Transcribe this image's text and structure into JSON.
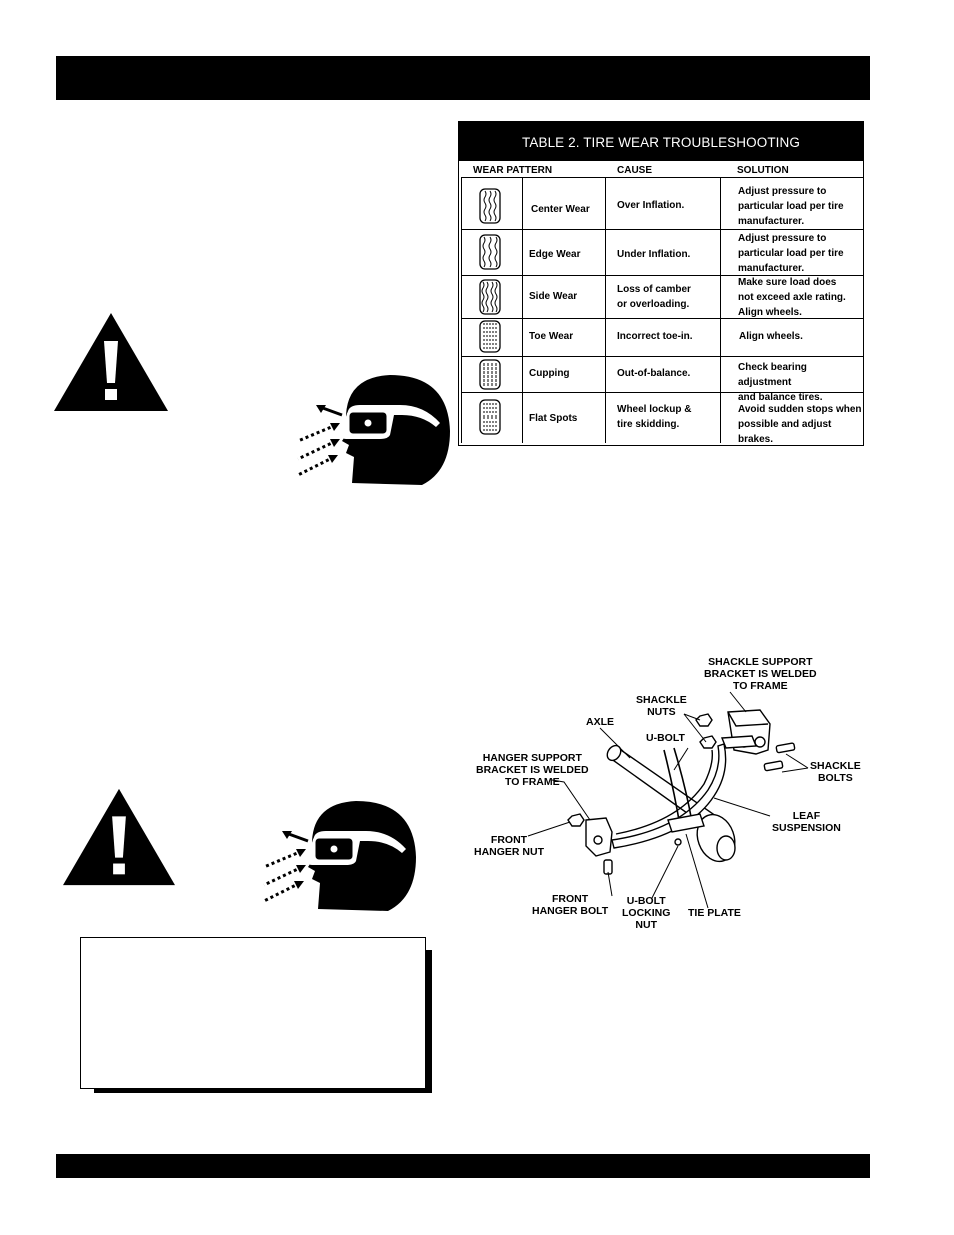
{
  "table": {
    "title": "TABLE 2.  TIRE WEAR TROUBLESHOOTING",
    "headers": [
      "WEAR PATTERN",
      "CAUSE",
      "SOLUTION"
    ],
    "rows": [
      {
        "pattern": "Center Wear",
        "cause": [
          "Over Inflation."
        ],
        "solution": [
          "Adjust pressure to",
          "particular load per tire",
          "manufacturer."
        ]
      },
      {
        "pattern": "Edge Wear",
        "cause": [
          "Under Inflation."
        ],
        "solution": [
          "Adjust pressure to",
          "particular load per tire",
          "manufacturer."
        ]
      },
      {
        "pattern": "Side Wear",
        "cause": [
          "Loss of camber",
          "or overloading."
        ],
        "solution": [
          "Make sure load does",
          "not exceed axle rating.",
          "Align wheels."
        ]
      },
      {
        "pattern": "Toe Wear",
        "cause": [
          "Incorrect toe-in."
        ],
        "solution": [
          "Align wheels."
        ]
      },
      {
        "pattern": "Cupping",
        "cause": [
          "Out-of-balance."
        ],
        "solution": [
          "Check bearing adjustment",
          "and balance tires."
        ]
      },
      {
        "pattern": "Flat Spots",
        "cause": [
          "Wheel lockup &",
          "tire skidding."
        ],
        "solution": [
          "Avoid sudden stops when",
          "possible and adjust brakes."
        ]
      }
    ]
  },
  "diagram": {
    "shackle_support": [
      "SHACKLE SUPPORT",
      "BRACKET IS WELDED",
      "TO FRAME"
    ],
    "shackle_nuts": [
      "SHACKLE",
      "NUTS"
    ],
    "axle": "AXLE",
    "u_bolt": "U-BOLT",
    "shackle_bolts": [
      "SHACKLE",
      "BOLTS"
    ],
    "hanger_support": [
      "HANGER SUPPORT",
      "BRACKET IS WELDED",
      "TO FRAME"
    ],
    "leaf_suspension": [
      "LEAF",
      "SUSPENSION"
    ],
    "front_hanger_nut": [
      "FRONT",
      "HANGER NUT"
    ],
    "front_hanger_bolt": [
      "FRONT",
      "HANGER BOLT"
    ],
    "u_bolt_locking_nut": [
      "U-BOLT",
      "LOCKING",
      "NUT"
    ],
    "tie_plate": "TIE PLATE"
  },
  "icons": {
    "warning": "warning-triangle-icon",
    "goggles": "safety-goggles-icon"
  }
}
